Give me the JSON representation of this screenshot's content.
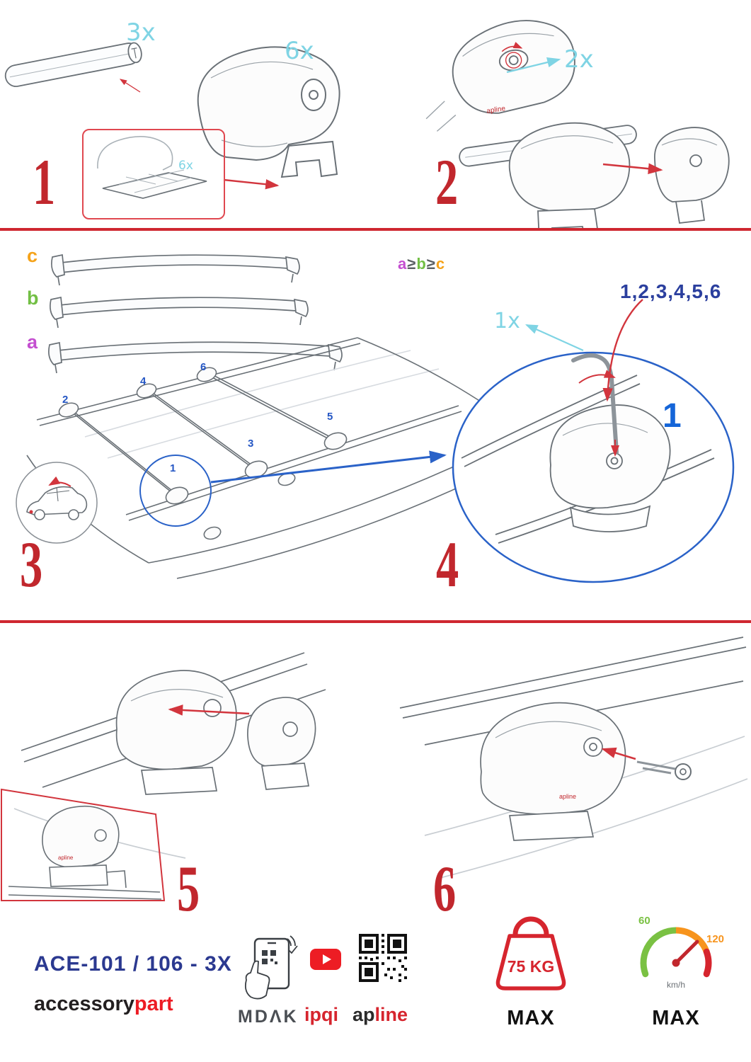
{
  "colors": {
    "accent_red": "#c1272d",
    "cyan": "#7fd4e4",
    "sequence_blue": "#2b3f9e",
    "zoom_blue": "#2a62c8",
    "size_c_orange": "#f5a31a",
    "size_b_green": "#72bf44",
    "size_a_magenta": "#c44fd0",
    "model_navy": "#2b3990",
    "brand_red": "#ed1c24"
  },
  "steps": {
    "one": "1",
    "two": "2",
    "three": "3",
    "four": "4",
    "five": "5",
    "six": "6"
  },
  "quantities": {
    "bar": "3x",
    "foot": "6x",
    "pad": "6x",
    "lock": "2x",
    "key": "1x"
  },
  "bar_sizes": {
    "c": "c",
    "b": "b",
    "a": "a"
  },
  "inequality": {
    "a": "a",
    "ge1": "≥",
    "b": "b",
    "ge2": "≥",
    "c": "c"
  },
  "zoom": {
    "sequence": "1,2,3,4,5,6",
    "step_ref": "1"
  },
  "roof_positions": {
    "p1": "1",
    "p2": "2",
    "p3": "3",
    "p4": "4",
    "p5": "5",
    "p6": "6"
  },
  "brand_on_foot": "apline",
  "footer": {
    "model": "ACE-101 / 106 - 3X",
    "brand_black": "accessory",
    "brand_red": "part",
    "mdak": "MDΛK",
    "ipqi": "ipqi",
    "apline_black": "ap",
    "apline_red": "line",
    "weight": "75 KG",
    "weight_max": "MAX",
    "speed_low": "60",
    "speed_high": "120",
    "speed_unit": "km/h",
    "speed_max": "MAX"
  }
}
